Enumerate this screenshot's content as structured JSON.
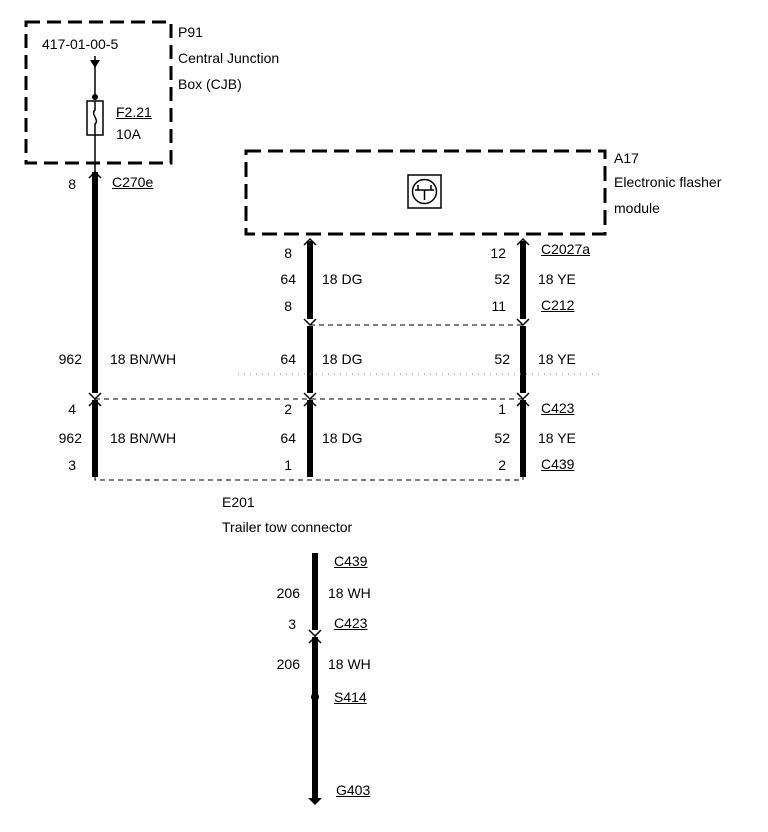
{
  "cjb": {
    "ref": "417-01-00-5",
    "id": "P91",
    "name_line1": "Central Junction",
    "name_line2": "Box (CJB)",
    "fuse_id": "F2.21",
    "fuse_rating": "10A"
  },
  "flasher": {
    "id": "A17",
    "name_line1": "Electronic flasher",
    "name_line2": "module"
  },
  "left_branch": {
    "pin_top": "8",
    "conn_top": "C270e",
    "circuit": "962",
    "wire": "18 BN/WH",
    "pin_c423": "4",
    "circuit2": "962",
    "wire2": "18 BN/WH",
    "pin_c439": "3"
  },
  "mid_branch": {
    "pin_c2027a": "8",
    "circuit1": "64",
    "wire1": "18 DG",
    "pin_c212": "8",
    "circuit2": "64",
    "wire2": "18 DG",
    "pin_c423": "2",
    "circuit3": "64",
    "wire3": "18 DG",
    "pin_c439": "1"
  },
  "right_branch": {
    "pin_c2027a": "12",
    "conn_c2027a": "C2027a",
    "circuit1": "52",
    "wire1": "18 YE",
    "pin_c212": "11",
    "conn_c212": "C212",
    "circuit2": "52",
    "wire2": "18 YE",
    "pin_c423": "1",
    "conn_c423": "C423",
    "circuit3": "52",
    "wire3": "18 YE",
    "pin_c439": "2",
    "conn_c439": "C439"
  },
  "trailer": {
    "id": "E201",
    "name": "Trailer tow connector"
  },
  "ground_branch": {
    "conn1": "C439",
    "circuit1": "206",
    "wire1": "18 WH",
    "pin2": "3",
    "conn2": "C423",
    "circuit2": "206",
    "wire2": "18 WH",
    "splice": "S414",
    "ground": "G403"
  }
}
